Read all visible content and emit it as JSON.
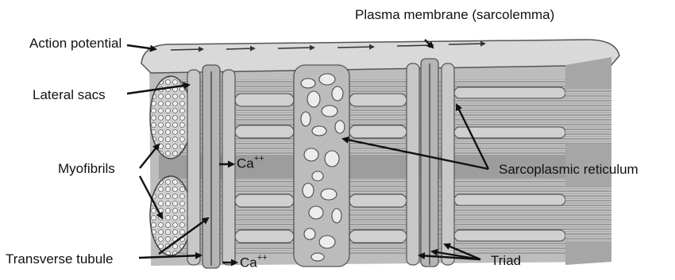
{
  "labels": {
    "plasma_membrane": "Plasma membrane (sarcolemma)",
    "action_potential": "Action potential",
    "lateral_sacs": "Lateral sacs",
    "myofibrils": "Myofibrils",
    "transverse_tubule": "Transverse tubule",
    "sarcoplasmic_reticulum": "Sarcoplasmic reticulum",
    "triad": "Triad",
    "ca_ion": "Ca",
    "ca_charge": "++"
  },
  "colors": {
    "tissue_light": "#d6d6d6",
    "tissue_mid": "#a8a8a8",
    "tissue_dark": "#5a5a5a",
    "arrow": "#111111"
  }
}
